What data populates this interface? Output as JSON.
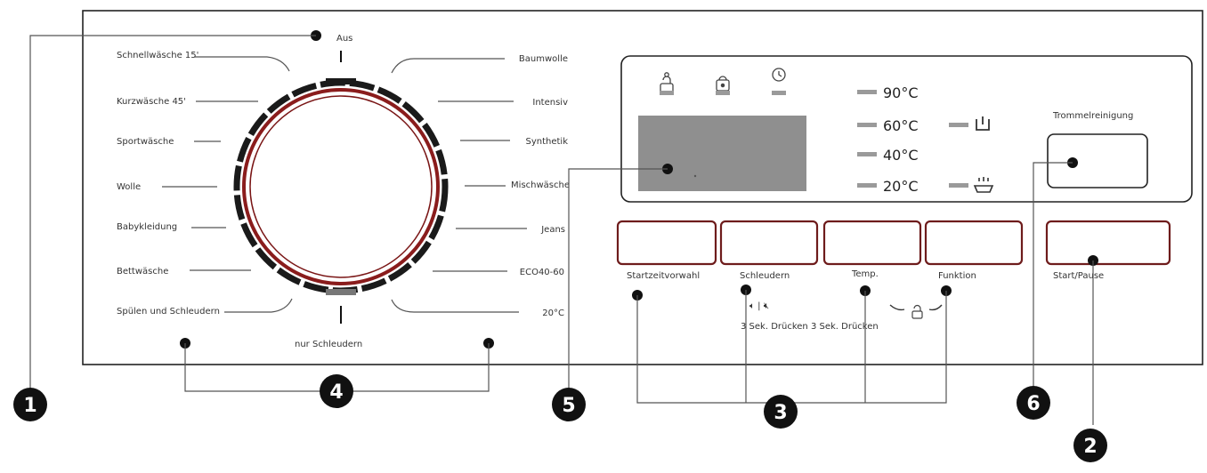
{
  "dial": {
    "top_label": "Aus",
    "bottom_label": "nur Schleudern",
    "left_programs": [
      "Schnellwäsche 15'",
      "Kurzwäsche 45'",
      "Sportwäsche",
      "Wolle",
      "Babykleidung",
      "Bettwäsche",
      "Spülen und Schleudern"
    ],
    "right_programs": [
      "Baumwolle",
      "Intensiv",
      "Synthetik",
      "Mischwäsche",
      "Jeans",
      "ECO40-60",
      "20°C"
    ]
  },
  "temperatures": [
    "90°C",
    "60°C",
    "40°C",
    "20°C"
  ],
  "buttons": {
    "start_delay": "Startzeitvorwahl",
    "spin": "Schleudern",
    "temp": "Temp.",
    "function": "Funktion",
    "drum_clean": "Trommelreinigung",
    "start_pause": "Start/Pause"
  },
  "hints": {
    "sound": "🔈︎ | 🔇︎",
    "press": "3 Sek. Drücken 3 Sek. Drücken"
  },
  "callouts": [
    "1",
    "2",
    "3",
    "4",
    "5",
    "6"
  ]
}
